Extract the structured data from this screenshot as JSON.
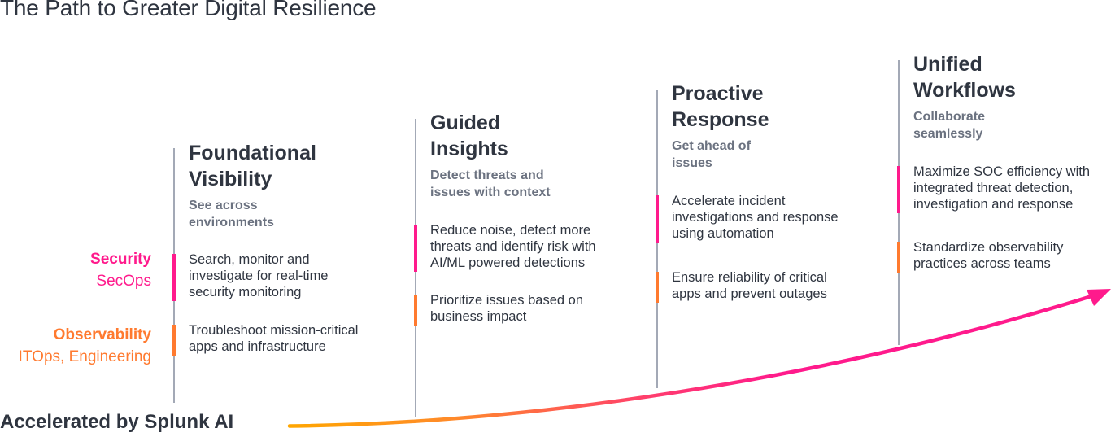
{
  "title": "The Path to Greater Digital Resilience",
  "legend": {
    "security": {
      "label": "Security",
      "sublabel": "SecOps",
      "color": "#ff1a8c"
    },
    "observability": {
      "label": "Observability",
      "sublabel": "ITOps, Engineering",
      "color": "#ff7a2f"
    }
  },
  "stages": [
    {
      "heading": "Foundational\nVisibility",
      "subheading": "See across\nenvironments",
      "security_item": "Search, monitor and\ninvestigate for real-time\nsecurity monitoring",
      "observability_item": "Troubleshoot mission-critical\napps and infrastructure"
    },
    {
      "heading": "Guided\nInsights",
      "subheading": "Detect threats and\nissues with context",
      "security_item": "Reduce noise, detect more\nthreats and identify risk with\nAI/ML powered detections",
      "observability_item": "Prioritize issues based on\nbusiness impact"
    },
    {
      "heading": "Proactive\nResponse",
      "subheading": "Get ahead of\nissues",
      "security_item": "Accelerate incident\ninvestigations and response\nusing automation",
      "observability_item": "Ensure reliability of critical\napps and prevent outages"
    },
    {
      "heading": "Unified\nWorkflows",
      "subheading": "Collaborate\nseamlessly",
      "security_item": "Maximize SOC efficiency with\nintegrated threat detection,\ninvestigation and response",
      "observability_item": "Standardize observability\npractices across teams"
    }
  ],
  "footer": "Accelerated by Splunk AI",
  "colors": {
    "gradient_start": "#ffa600",
    "gradient_mid": "#ff6a3d",
    "gradient_end": "#ff1a8c",
    "line_gray": "#a3a9b6",
    "text_dark": "#2f3540",
    "text_muted": "#6b7280"
  }
}
